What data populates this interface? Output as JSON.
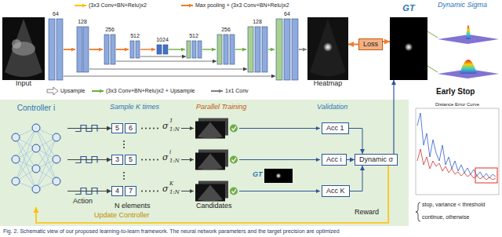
{
  "diagram": {
    "caption": "Fig. 2. Schematic view of our proposed learning-to-learn framework. The neural network parameters and the target precision are optimized",
    "nodes": [
      {
        "text": [
          "Input"
        ]
      },
      {
        "text": [
          "Heatmap"
        ]
      },
      {
        "text": [
          "Loss"
        ]
      },
      {
        "text": [
          "GT"
        ]
      },
      {
        "text": [
          "Controller i"
        ]
      },
      {
        "text": [
          "5"
        ]
      },
      {
        "text": [
          "6"
        ]
      },
      {
        "text": [
          "3"
        ]
      },
      {
        "text": [
          "5"
        ]
      },
      {
        "text": [
          "4"
        ]
      },
      {
        "text": [
          "7"
        ]
      },
      {
        "text": [
          "Acc 1"
        ]
      },
      {
        "text": [
          "Acc i"
        ]
      },
      {
        "text": [
          "Acc K"
        ]
      },
      {
        "text": [
          "Dynamic σ"
        ]
      }
    ],
    "edges": [
      {
        "from": 2,
        "to": 1,
        "arrow": "to"
      },
      {
        "from": 2,
        "to": 3,
        "arrow": "to"
      },
      {
        "from": 4,
        "to": 5,
        "arrow": "to"
      },
      {
        "from": 4,
        "to": 7,
        "arrow": "to"
      },
      {
        "from": 4,
        "to": 9,
        "arrow": "to"
      },
      {
        "from": 11,
        "to": 14,
        "arrow": "to"
      },
      {
        "from": 12,
        "to": 14,
        "arrow": "to"
      },
      {
        "from": 13,
        "to": 14,
        "arrow": "to"
      },
      {
        "from": 14,
        "to": 3,
        "arrow": "to"
      },
      {
        "from": 14,
        "to": 4,
        "arrow": "to"
      }
    ],
    "labels": [
      "64",
      "128",
      "256",
      "512",
      "1024",
      "512",
      "256",
      "128",
      "64",
      "Dynamic Sigma",
      "Sample K times",
      "Parallel Training",
      "Validation",
      "σ",
      "1",
      "1:N",
      "σ",
      "i",
      "1:N",
      "σ",
      "K",
      "1:N",
      "Action",
      "N elements",
      "Candidates",
      "GT",
      "Reward",
      "Update Controller",
      "Early Stop",
      "Distance Error Curve",
      "stop, variance < threshold",
      "continue, otherwise"
    ],
    "legend": [
      {
        "text": "(3x3 Conv+BN+Relu)x2"
      },
      {
        "text": "Max pooling + (3x3 Conv+BN+Relu)x2"
      },
      {
        "text": "Upsample"
      },
      {
        "text": "(3x3 Conv+BN+Relu)x2 + Upsample"
      },
      {
        "text": "1x1 Conv"
      }
    ]
  }
}
